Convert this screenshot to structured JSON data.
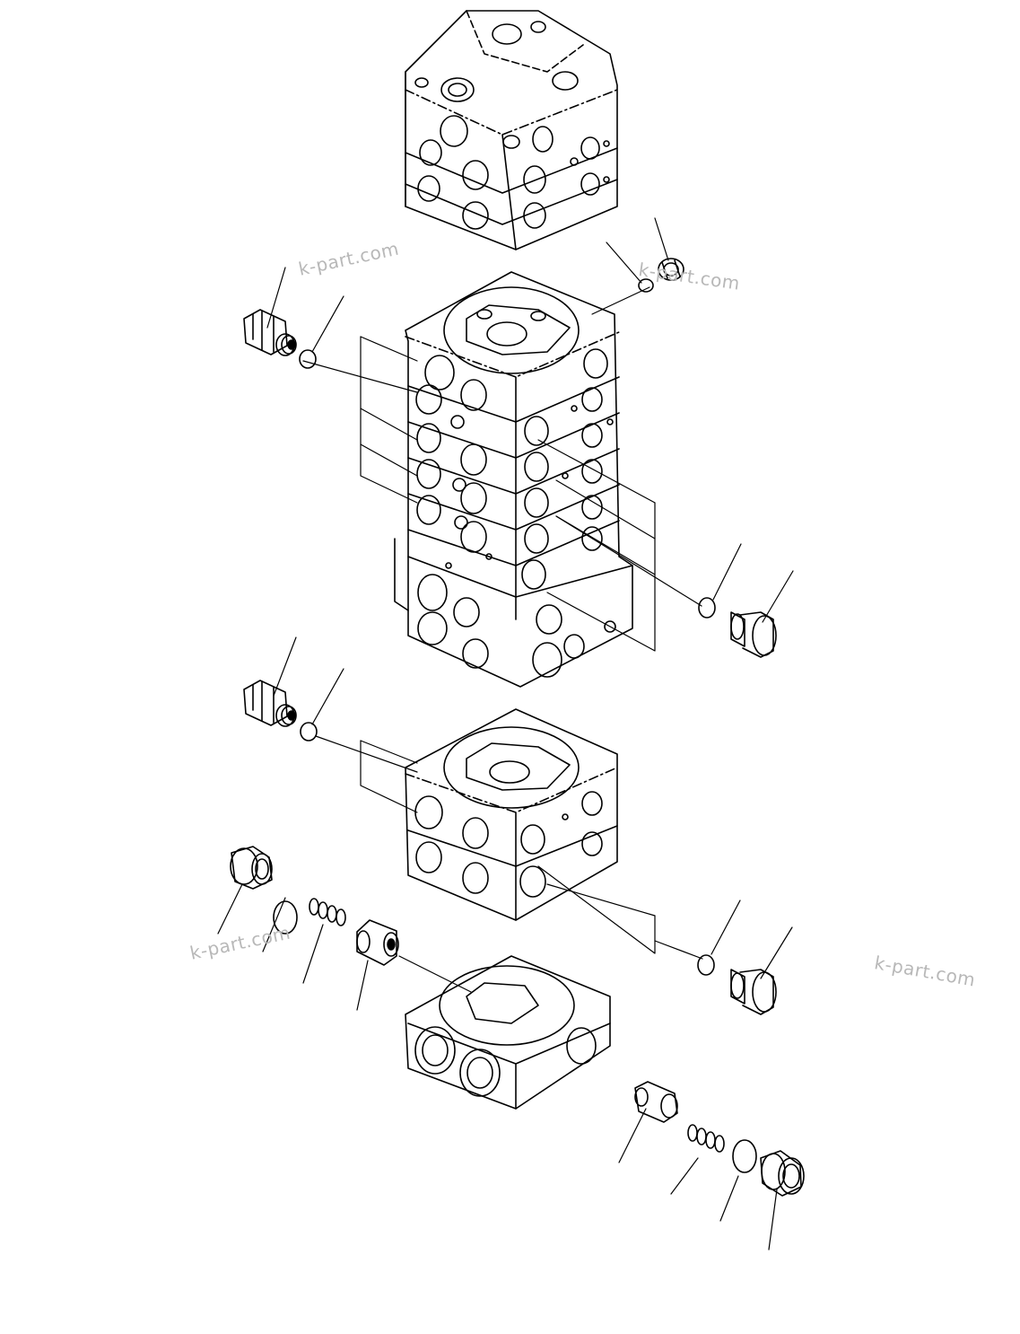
{
  "watermarks": [
    "k-part.com",
    "k-part.com",
    "k-part.com",
    "k-part.com"
  ],
  "colors": {
    "line": "#000000",
    "background": "#ffffff",
    "watermark": "#b8b8b8"
  }
}
